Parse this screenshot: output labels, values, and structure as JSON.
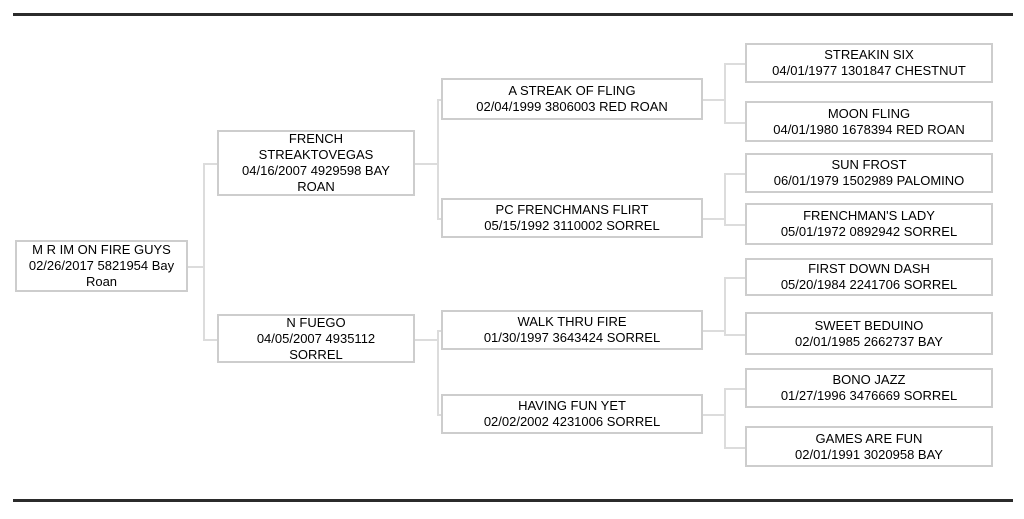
{
  "page": {
    "rule_color": "#2b2b2b",
    "box_border_color": "#cdcdcd",
    "connector_color": "#dcdcdc",
    "text_color": "#000000",
    "background_color": "#ffffff"
  },
  "pedigree": {
    "subject": {
      "name": "M R IM ON FIRE GUYS",
      "info": "02/26/2017 5821954 Bay\nRoan"
    },
    "gen2": [
      {
        "name": "FRENCH\nSTREAKTOVEGAS",
        "info": "04/16/2007 4929598 BAY\nROAN"
      },
      {
        "name": "N FUEGO",
        "info": "04/05/2007 4935112\nSORREL"
      }
    ],
    "gen3": [
      {
        "name": "A STREAK OF FLING",
        "info": "02/04/1999 3806003 RED ROAN"
      },
      {
        "name": "PC FRENCHMANS FLIRT",
        "info": "05/15/1992 3110002 SORREL"
      },
      {
        "name": "WALK THRU FIRE",
        "info": "01/30/1997 3643424 SORREL"
      },
      {
        "name": "HAVING FUN YET",
        "info": "02/02/2002 4231006 SORREL"
      }
    ],
    "gen4": [
      {
        "name": "STREAKIN SIX",
        "info": "04/01/1977 1301847 CHESTNUT"
      },
      {
        "name": "MOON FLING",
        "info": "04/01/1980 1678394 RED ROAN"
      },
      {
        "name": "SUN FROST",
        "info": "06/01/1979 1502989 PALOMINO"
      },
      {
        "name": "FRENCHMAN'S LADY",
        "info": "05/01/1972 0892942 SORREL"
      },
      {
        "name": "FIRST DOWN DASH",
        "info": "05/20/1984 2241706 SORREL"
      },
      {
        "name": "SWEET BEDUINO",
        "info": "02/01/1985 2662737 BAY"
      },
      {
        "name": "BONO JAZZ",
        "info": "01/27/1996 3476669 SORREL"
      },
      {
        "name": "GAMES ARE FUN",
        "info": "02/01/1991 3020958 BAY"
      }
    ]
  }
}
